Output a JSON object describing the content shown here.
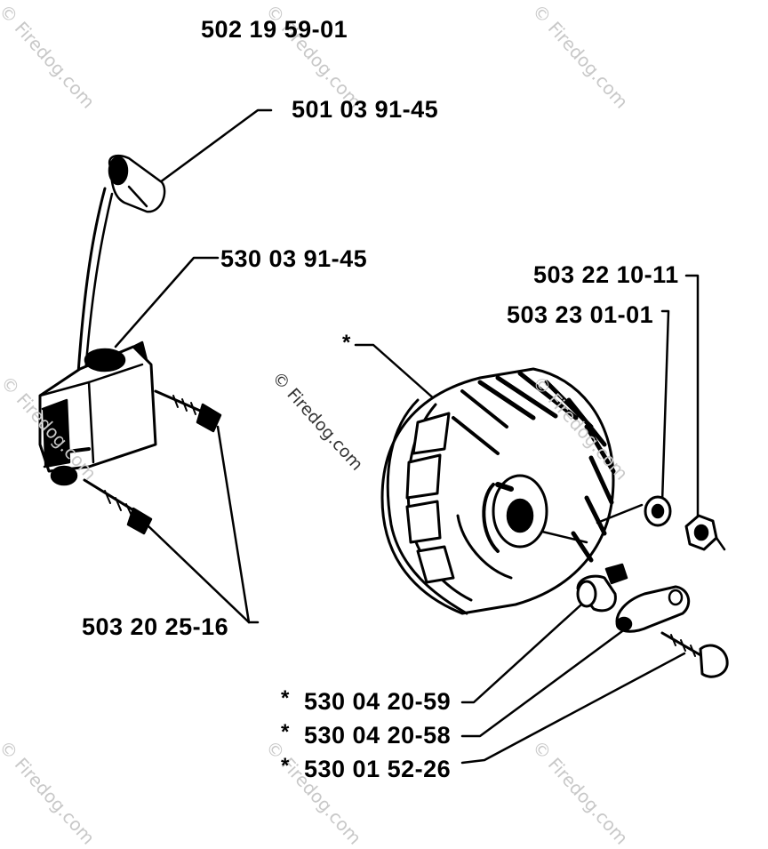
{
  "parts": {
    "top_part": "502 19 59-01",
    "spark_cap": "501 03 91-45",
    "ignition_module": "530 03 91-45",
    "washer_a": "503 22 10-11",
    "nut_a": "503 23 01-01",
    "screws": "503 20 25-16",
    "bottom_1": "530 04 20-59",
    "bottom_2": "530 04 20-58",
    "bottom_3": "530 01 52-26"
  },
  "markers": {
    "star": "*"
  },
  "watermark": {
    "text": "© Firedog.com"
  }
}
